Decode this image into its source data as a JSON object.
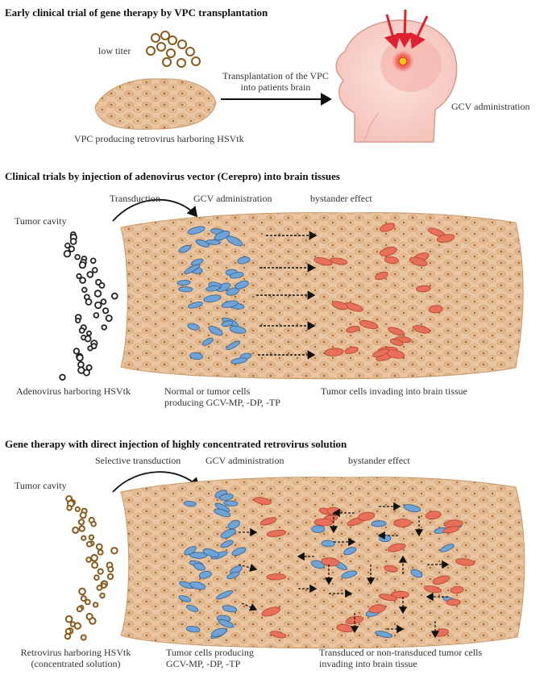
{
  "panel1": {
    "title": "Early clinical trial of gene therapy by VPC transplantation",
    "low_titer": "low titer",
    "transplantation_line1": "Transplantation of the VPC",
    "transplantation_line2": "into patients brain",
    "gcv_administration": "GCV administration",
    "vpc_caption": "VPC producing retrovirus harboring HSVtk"
  },
  "panel2": {
    "title": "Clinical trials by injection of adenovirus vector (Cerepro) into brain tissues",
    "transduction": "Transduction",
    "gcv_administration": "GCV administration",
    "bystander_effect": "bystander effect",
    "tumor_cavity": "Tumor cavity",
    "caption_left": "Adenovirus harboring HSVtk",
    "caption_mid_line1": "Normal or tumor cells",
    "caption_mid_line2": "producing GCV-MP, -DP, -TP",
    "caption_right": "Tumor cells invading into brain tissue"
  },
  "panel3": {
    "title": "Gene therapy with direct injection of highly concentrated retrovirus solution",
    "selective_transduction": "Selective transduction",
    "gcv_administration": "GCV administration",
    "bystander_effect": "bystander effect",
    "tumor_cavity": "Tumor cavity",
    "caption_left_line1": "Retrovirus harboring HSVtk",
    "caption_left_line2": "(concentrated solution)",
    "caption_mid_line1": "Tumor cells producing",
    "caption_mid_line2": "GCV-MP, -DP, -TP",
    "caption_right_line1": "Transduced or non-transduced tumor cells",
    "caption_right_line2": "invading into brain tissue"
  },
  "colors": {
    "tissue": "#e8c39e",
    "tissue_dark": "#c9976b",
    "blue_cell": "#6fa3d6",
    "red_cell": "#e8705a",
    "virus_brown": "#8a5a1a",
    "head_pink": "#f6c9c2",
    "arrow_red": "#e02030"
  }
}
